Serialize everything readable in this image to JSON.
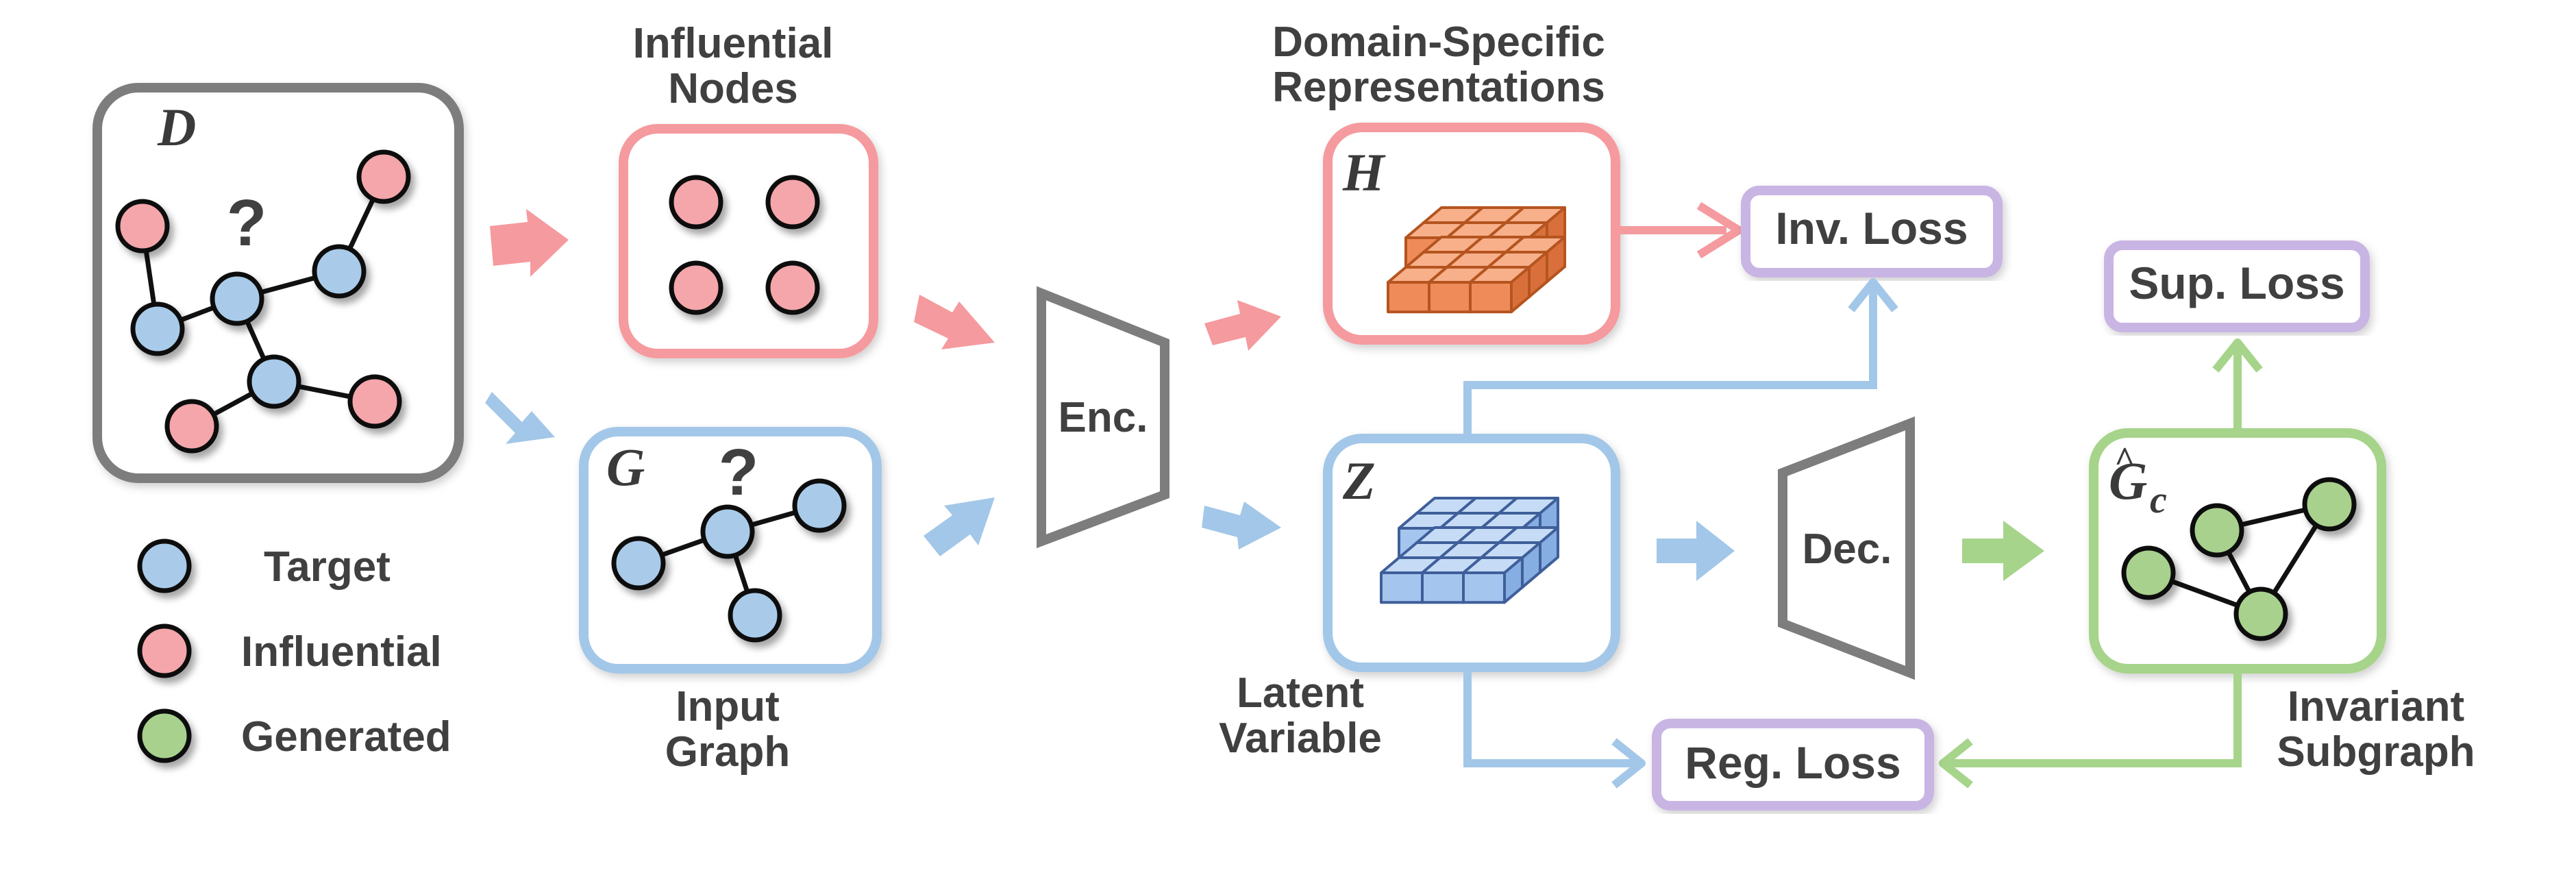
{
  "labels": {
    "influential_nodes": [
      "Influential",
      "Nodes"
    ],
    "domain_specific": [
      "Domain-Specific",
      "Representations"
    ],
    "input_graph": [
      "Input",
      "Graph"
    ],
    "latent_variable": [
      "Latent",
      "Variable"
    ],
    "invariant_subgraph": [
      "Invariant",
      "Subgraph"
    ],
    "encoder": "Enc.",
    "decoder": "Dec.",
    "inv_loss": "Inv. Loss",
    "sup_loss": "Sup. Loss",
    "reg_loss": "Reg. Loss",
    "question_mark": "?"
  },
  "symbols": {
    "D": "D",
    "H": "H",
    "G": "G",
    "Z": "Z",
    "Gc_main": "G",
    "Gc_sub": "c",
    "Gc_hat": "^"
  },
  "legend": [
    {
      "label": "Target",
      "color": "#a9cbe9"
    },
    {
      "label": "Influential",
      "color": "#f4a6aa"
    },
    {
      "label": "Generated",
      "color": "#a8d18d"
    }
  ],
  "colors": {
    "pink": "#f59a9e",
    "blue": "#a3c7e8",
    "green": "#a6d48a",
    "purple": "#c9b5e3",
    "gray": "#7a7a7a",
    "orange_cube": "#ef8a5a",
    "blue_cube": "#9cc0ea"
  }
}
